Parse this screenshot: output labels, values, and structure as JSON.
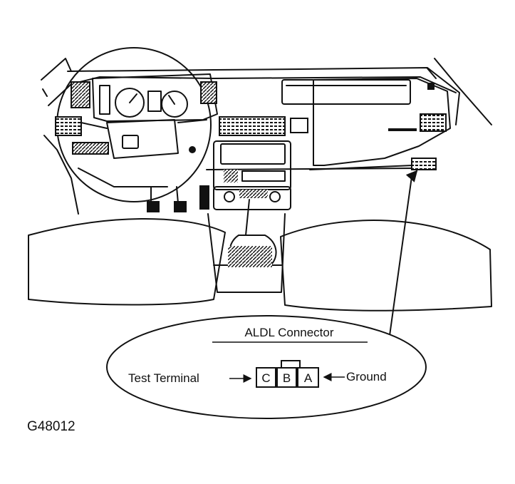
{
  "figure_id": "G48012",
  "callout": {
    "title": "ALDL Connector",
    "left_label": "Test Terminal",
    "right_label": "Ground",
    "pins": [
      "C",
      "B",
      "A"
    ]
  },
  "colors": {
    "ink": "#111111",
    "paper": "#ffffff"
  }
}
